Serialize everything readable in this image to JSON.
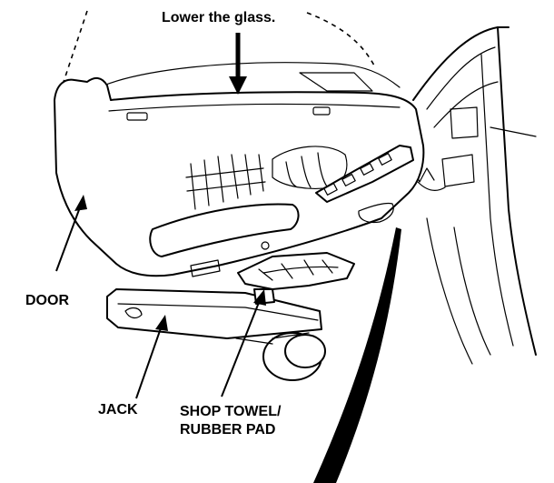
{
  "labels": {
    "instruction": "Lower the glass.",
    "door": "DOOR",
    "jack": "JACK",
    "towel_line1": "SHOP TOWEL/",
    "towel_line2": "RUBBER PAD"
  },
  "colors": {
    "ink": "#000000",
    "paper": "#ffffff"
  }
}
